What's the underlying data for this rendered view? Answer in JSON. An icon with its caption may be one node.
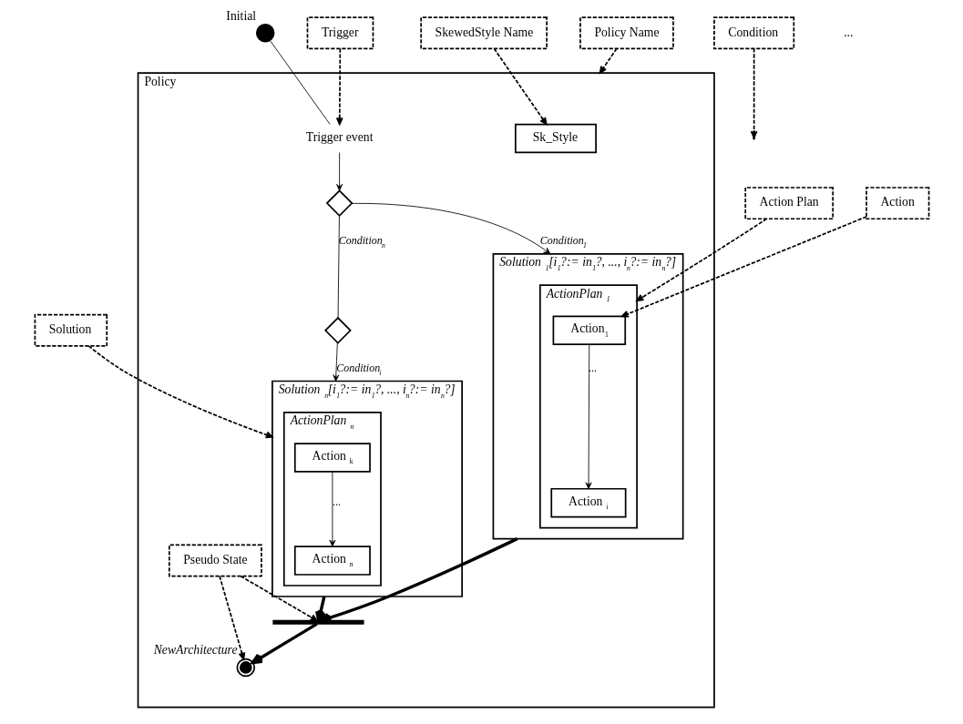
{
  "diagram": {
    "nodes": [
      {
        "text": [
          "Policy"
        ]
      },
      {
        "text": [
          "Sk_Style"
        ],
        "in": 0
      },
      {
        "text": [],
        "shape": "circle",
        "beside": [
          "Initial"
        ]
      },
      {
        "text": [
          "Trigger event"
        ],
        "in": 0
      },
      {
        "text": [],
        "shape": "diamond",
        "in": 0
      },
      {
        "text": [],
        "shape": "diamond",
        "in": 0
      },
      {
        "text": [
          "Solution $_{1}$[i$_{1}$?:= in$_{1}$?, ..., i$_{n}$?:= in$_{n}$?]"
        ],
        "in": 0
      },
      {
        "text": [
          "ActionPlan $_{1}$"
        ],
        "in": 6
      },
      {
        "text": [
          "Action$_{1}$"
        ],
        "in": 7
      },
      {
        "text": [
          "Action $_{i}$"
        ],
        "in": 7
      },
      {
        "text": [
          "Solution $_{n}$[i$_{1}$?:= in$_{1}$?, ..., i$_{n}$?:= in$_{n}$?]"
        ],
        "in": 0
      },
      {
        "text": [
          "ActionPlan $_{n}$"
        ],
        "in": 10
      },
      {
        "text": [
          "Action $_{k}$"
        ],
        "in": 11
      },
      {
        "text": [
          "Action $_{n}$"
        ],
        "in": 11
      },
      {
        "text": [],
        "shape": "bar",
        "in": 0
      },
      {
        "text": [],
        "shape": "bullseye",
        "in": 0,
        "beside": [
          "NewArchitecture"
        ]
      },
      {
        "text": [
          "Pseudo State"
        ],
        "in": 0
      },
      {
        "text": [
          "Policy Name"
        ]
      },
      {
        "text": [
          "Trigger"
        ]
      },
      {
        "text": [
          "SkewedStyle Name"
        ]
      },
      {
        "text": [
          "Condition"
        ]
      },
      {
        "text": [
          "Solution"
        ]
      },
      {
        "text": [
          "Action Plan"
        ]
      },
      {
        "text": [
          "Action"
        ]
      }
    ],
    "edges": [
      {
        "from": 2,
        "to": 3,
        "arrow": "none"
      },
      {
        "from": 3,
        "to": 4,
        "arrow": "to"
      },
      {
        "from": 4,
        "to": 6,
        "arrow": "to",
        "label": "Condition$_{1}$"
      },
      {
        "from": 4,
        "to": 5,
        "arrow": "none",
        "label": "Condition$_{n}$"
      },
      {
        "from": 5,
        "to": 10,
        "arrow": "to",
        "label": "Condition$_{i}$"
      },
      {
        "from": 8,
        "to": 9,
        "arrow": "to",
        "label": "..."
      },
      {
        "from": 12,
        "to": 13,
        "arrow": "to",
        "label": "..."
      },
      {
        "from": 6,
        "to": 14,
        "arrow": "to",
        "style": "thick"
      },
      {
        "from": 10,
        "to": 14,
        "arrow": "to",
        "style": "thick"
      },
      {
        "from": 14,
        "to": 15,
        "arrow": "to",
        "style": "thick"
      },
      {
        "from": 16,
        "to": 14,
        "arrow": "to",
        "style": "dashed"
      },
      {
        "from": 16,
        "to": 15,
        "arrow": "to",
        "style": "dashed"
      },
      {
        "from": 17,
        "to": 0,
        "arrow": "to",
        "style": "dashed"
      },
      {
        "from": 18,
        "to": 3,
        "arrow": "to",
        "style": "dashed"
      },
      {
        "from": 19,
        "to": 1,
        "arrow": "to",
        "style": "dashed"
      },
      {
        "from": 20,
        "to": null,
        "arrow": "to",
        "style": "dashed"
      },
      {
        "from": 21,
        "to": 10,
        "arrow": "to",
        "style": "dashed"
      },
      {
        "from": 22,
        "to": 7,
        "arrow": "to",
        "style": "dashed"
      },
      {
        "from": 23,
        "to": 8,
        "arrow": "to",
        "style": "dashed"
      }
    ],
    "labels": [
      "..."
    ]
  }
}
